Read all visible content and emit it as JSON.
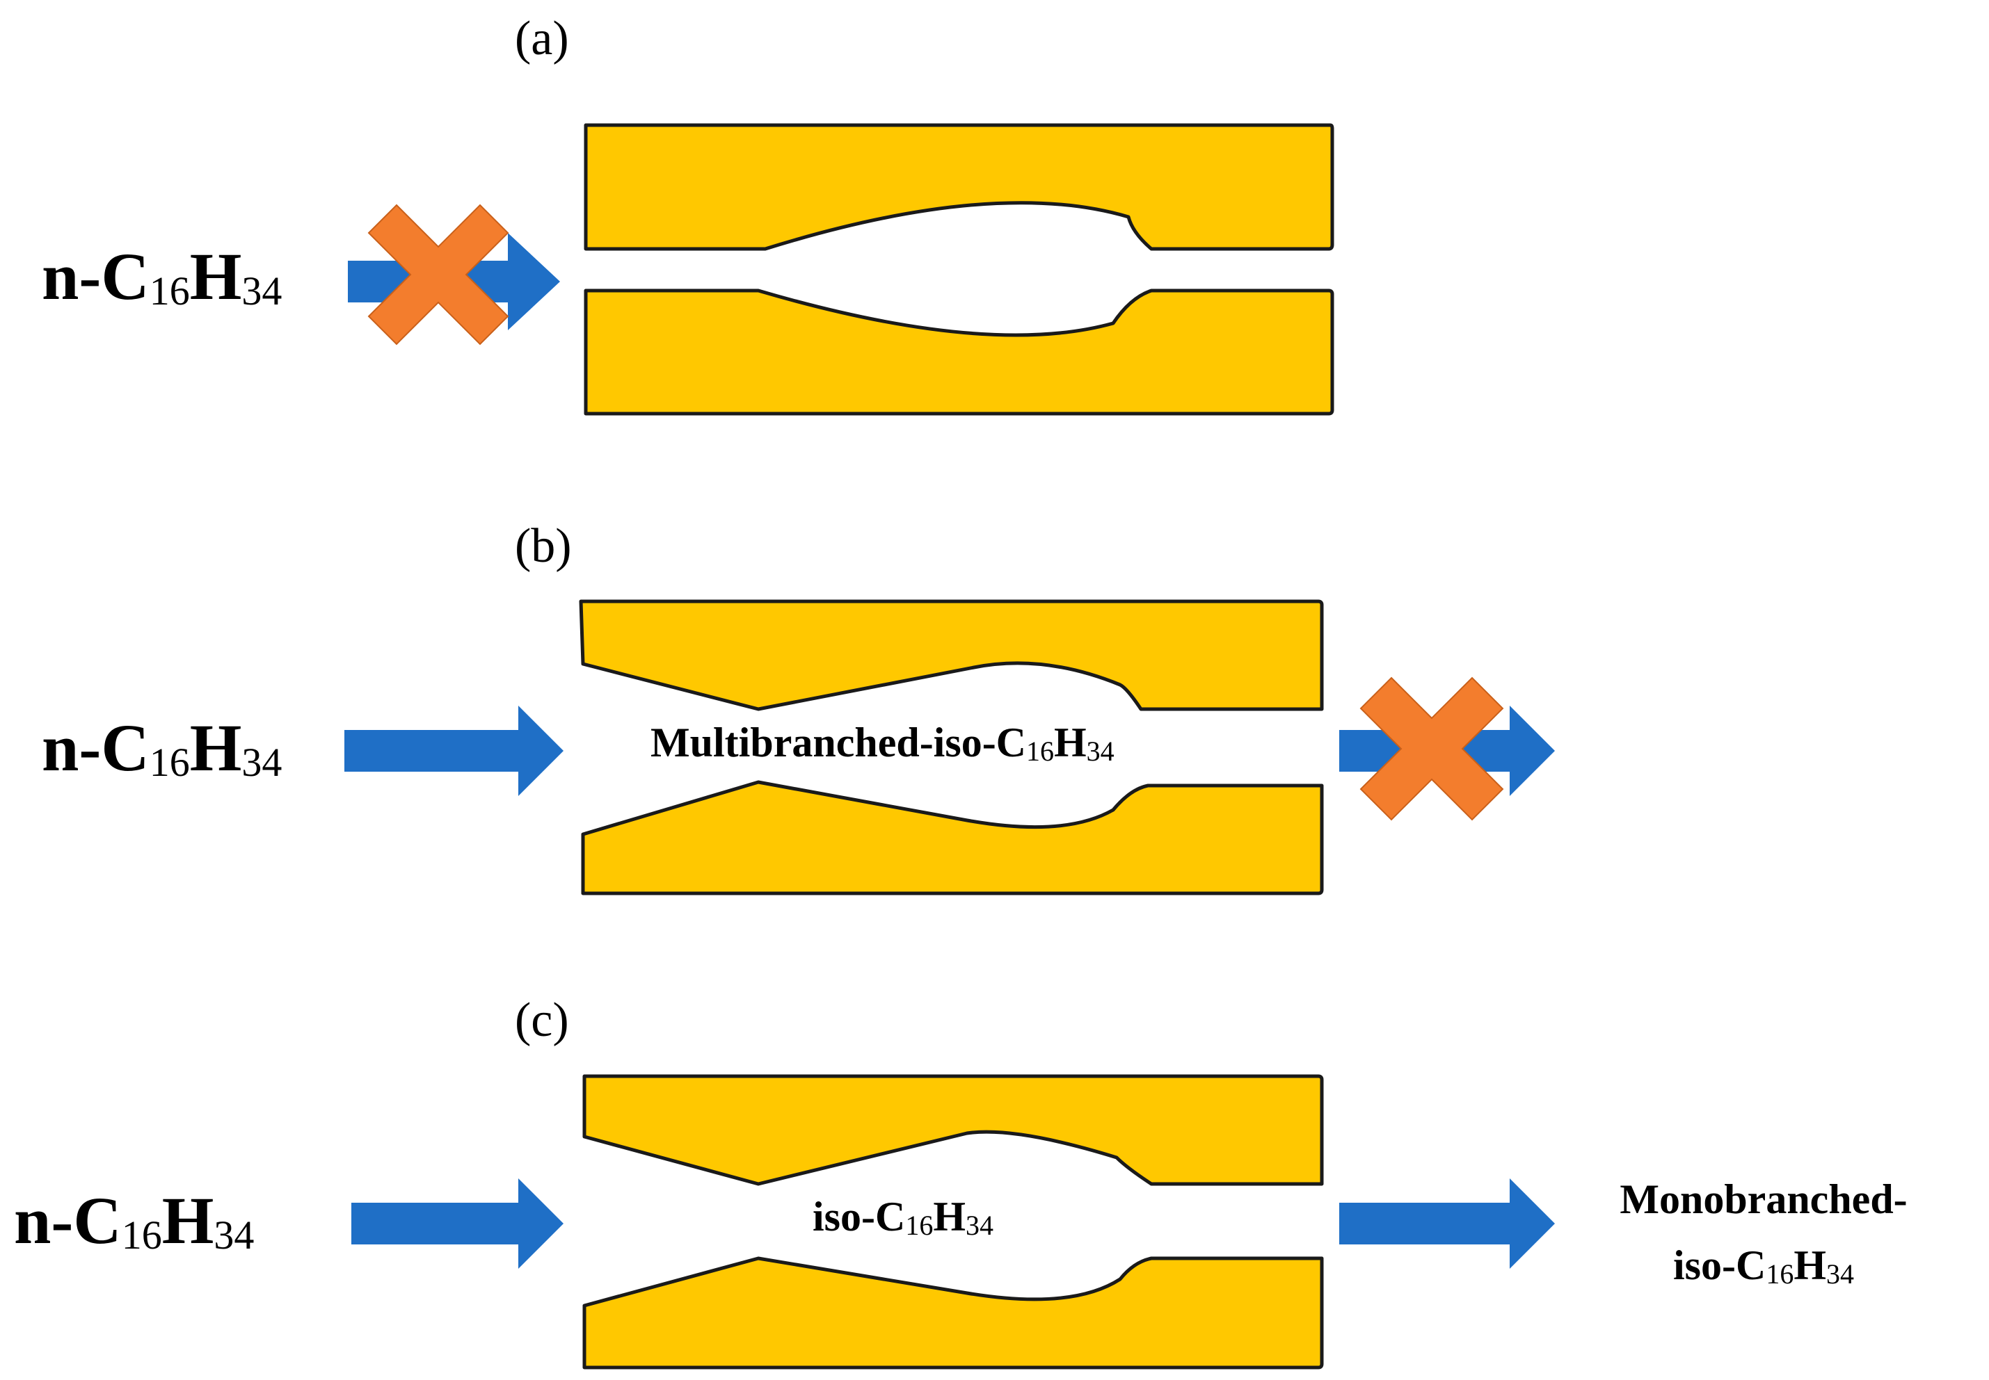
{
  "panels": [
    {
      "label": "(a)",
      "feed": {
        "prefix": "n-C",
        "c": "16",
        "h": "H",
        "hn": "34"
      },
      "feed_blocked": true,
      "channel_text": null
    },
    {
      "label": "(b)",
      "feed": {
        "prefix": "n-C",
        "c": "16",
        "h": "H",
        "hn": "34"
      },
      "feed_blocked": false,
      "channel_text": {
        "prefix": "Multibranched-iso-C",
        "c": "16",
        "h": "H",
        "hn": "34"
      },
      "exit_blocked": true
    },
    {
      "label": "(c)",
      "feed": {
        "prefix": "n-C",
        "c": "16",
        "h": "H",
        "hn": "34"
      },
      "feed_blocked": false,
      "channel_text": {
        "prefix": "iso-C",
        "c": "16",
        "h": "H",
        "hn": "34"
      },
      "exit_blocked": false,
      "product": {
        "line1": "Monobranched-",
        "prefix": "iso-C",
        "c": "16",
        "h": "H",
        "hn": "34"
      }
    }
  ],
  "colors": {
    "pore_wall": "#FFC800",
    "arrow": "#1F6FC6",
    "blocked_cross": "#F37D2D"
  }
}
